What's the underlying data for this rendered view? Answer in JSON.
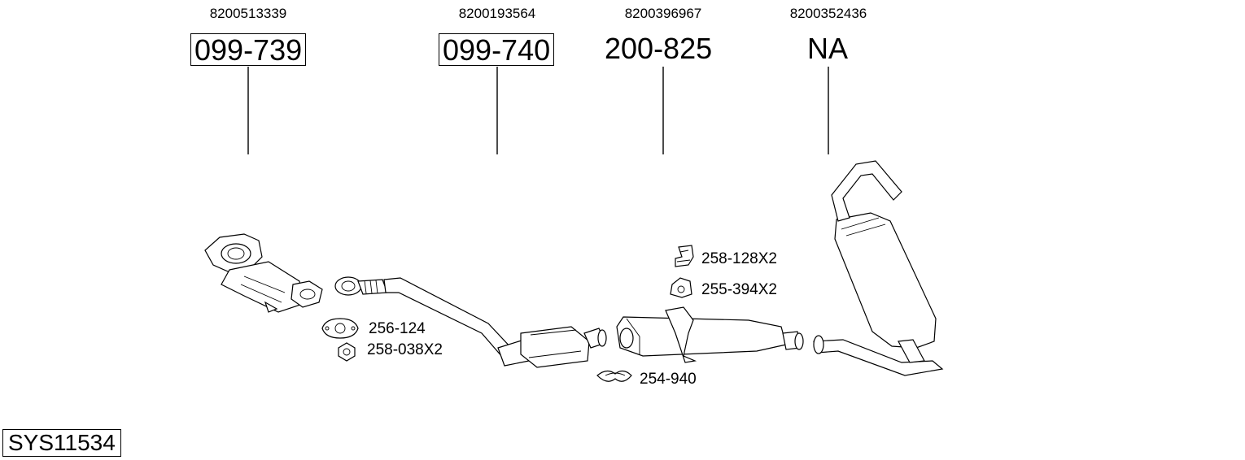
{
  "parts": [
    {
      "oem": "8200513339",
      "number": "099-739",
      "boxed": true
    },
    {
      "oem": "8200193564",
      "number": "099-740",
      "boxed": true
    },
    {
      "oem": "8200396967",
      "number": "200-825",
      "boxed": false
    },
    {
      "oem": "8200352436",
      "number": "NA",
      "boxed": false
    }
  ],
  "accessories": [
    {
      "label": "256-124",
      "icon": "gasket-icon"
    },
    {
      "label": "258-038X2",
      "icon": "nut-icon"
    },
    {
      "label": "258-128X2",
      "icon": "mounting-bracket-icon"
    },
    {
      "label": "255-394X2",
      "icon": "rubber-hanger-icon"
    },
    {
      "label": "254-940",
      "icon": "pipe-clamp-icon"
    }
  ],
  "system_code": "SYS11534"
}
